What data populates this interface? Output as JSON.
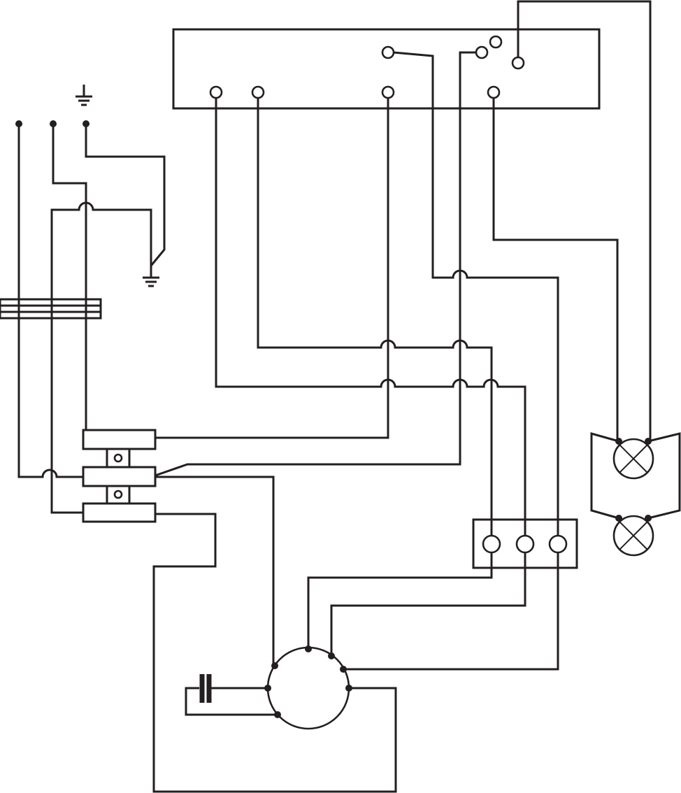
{
  "diagram": {
    "kind": "electrical-wiring-schematic",
    "colors": {
      "line": "#231f20",
      "background": "#ffffff"
    },
    "components": [
      {
        "id": "control-panel",
        "icon": "rectangle-terminal-block",
        "terminal_count": 8
      },
      {
        "id": "supply-leads",
        "count": 3
      },
      {
        "id": "ground-symbols",
        "count": 2,
        "icon": "ground-icon"
      },
      {
        "id": "cord-clamp",
        "icon": "cable-clamp-icon"
      },
      {
        "id": "connector-block-left",
        "icon": "three-pole-connector-icon"
      },
      {
        "id": "connector-block-right",
        "terminal_count": 3
      },
      {
        "id": "motor",
        "icon": "motor-circle-icon",
        "terminal_count": 7
      },
      {
        "id": "capacitor",
        "icon": "capacitor-icon"
      },
      {
        "id": "lamps",
        "count": 2,
        "icon": "lamp-icon"
      }
    ]
  }
}
